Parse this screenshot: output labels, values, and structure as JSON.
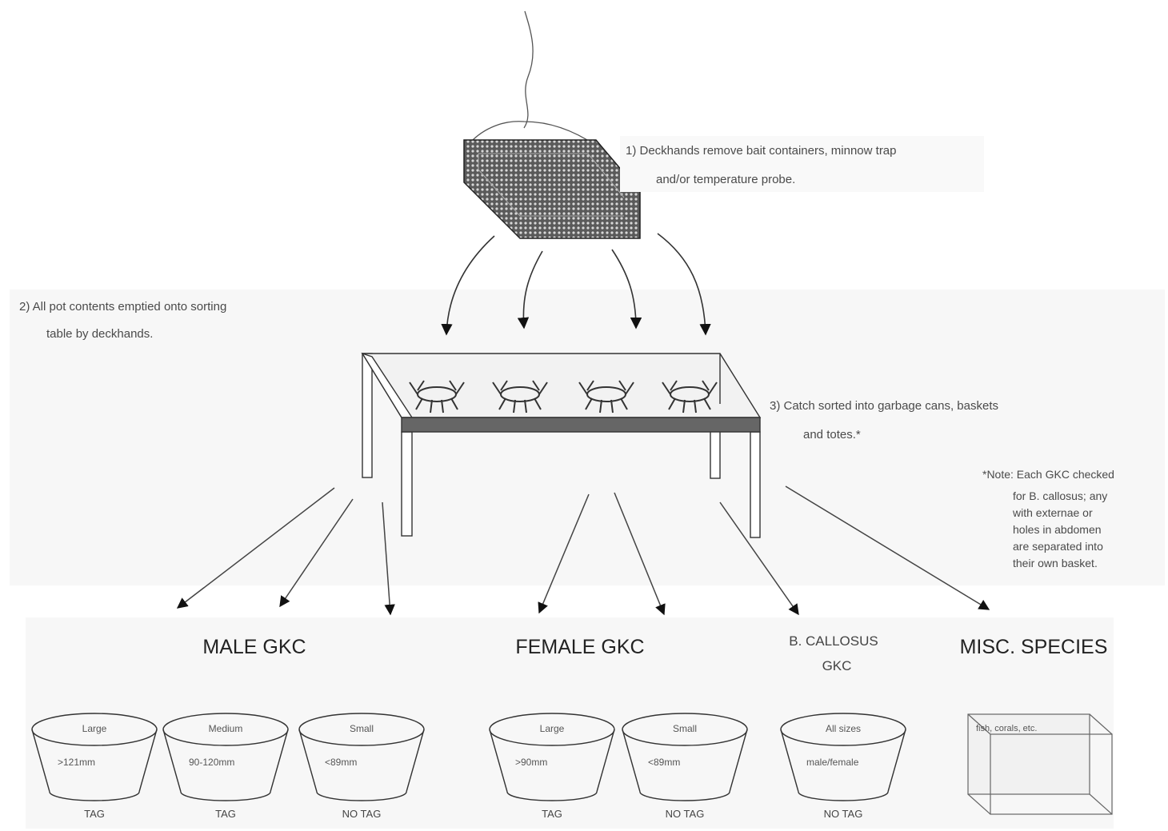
{
  "steps": {
    "step1": [
      "1) Deckhands remove bait containers, minnow trap",
      "and/or temperature probe."
    ],
    "step2": [
      "2) All pot contents emptied onto sorting",
      "table by deckhands."
    ],
    "step3": [
      "3) Catch sorted into garbage cans, baskets",
      "and totes.*"
    ]
  },
  "note": [
    "*Note: Each GKC checked",
    "for B. callosus; any",
    "with externae or",
    "holes in abdomen",
    "are separated into",
    "their own basket."
  ],
  "groups": {
    "male": "MALE GKC",
    "female": "FEMALE GKC",
    "callosus": [
      "B. CALLOSUS",
      "GKC"
    ],
    "misc": "MISC. SPECIES"
  },
  "bins": [
    {
      "label": "Large",
      "size": ">121mm",
      "tag": "TAG"
    },
    {
      "label": "Medium",
      "size": "90-120mm",
      "tag": "TAG"
    },
    {
      "label": "Small",
      "size": "<89mm",
      "tag": "NO TAG"
    },
    {
      "label": "Large",
      "size": ">90mm",
      "tag": "TAG"
    },
    {
      "label": "Small",
      "size": "<89mm",
      "tag": "NO TAG"
    },
    {
      "label": "All sizes",
      "size": "male/female",
      "tag": "NO TAG"
    }
  ],
  "misc_box": {
    "label": "fish, corals, etc."
  },
  "colors": {
    "line": "#333333",
    "arrow": "#111111",
    "pot_mesh": "#3a3a3a",
    "table_rail": "#666666",
    "panel_bg": "#f7f7f7"
  }
}
